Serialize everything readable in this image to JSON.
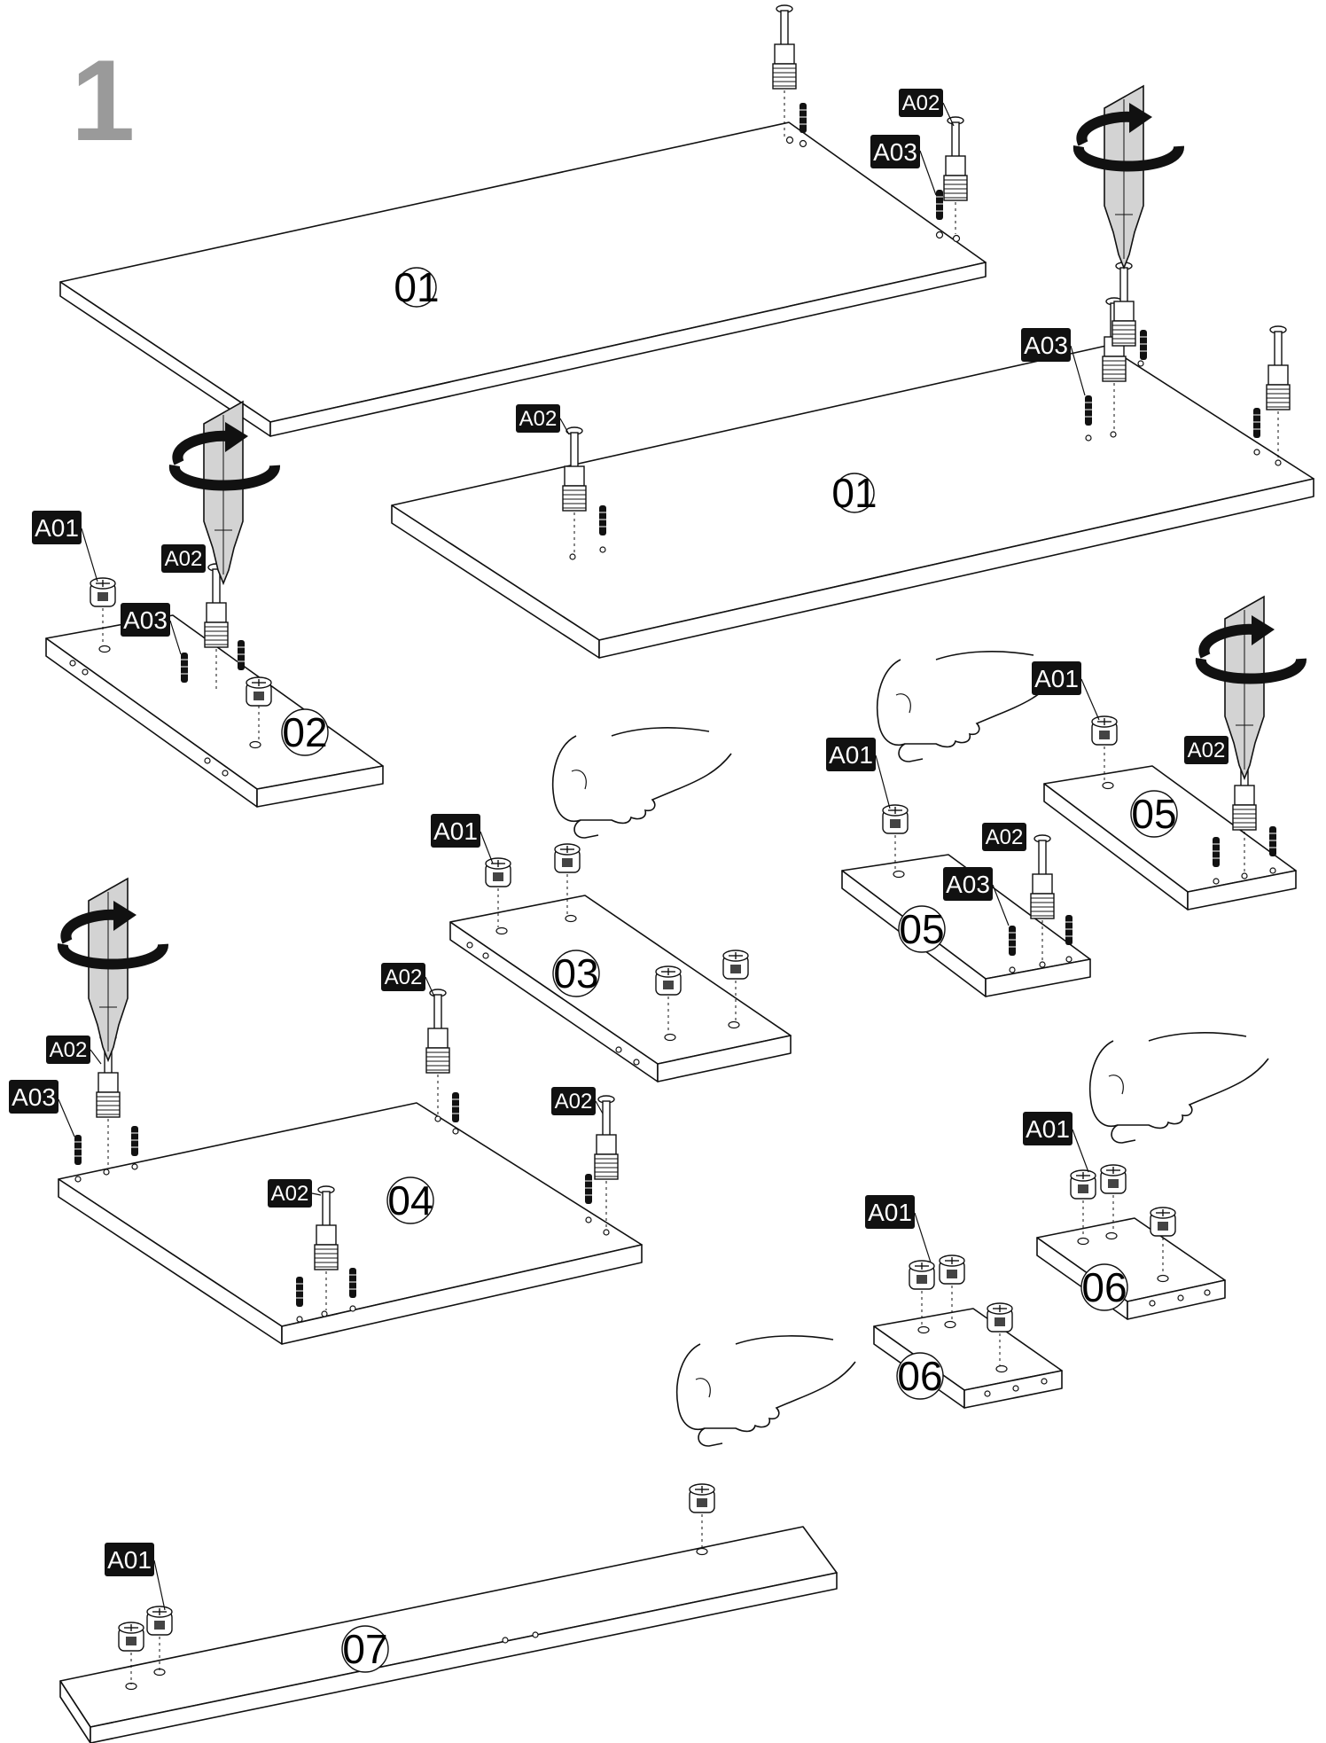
{
  "step": {
    "number": "1"
  },
  "labels": {
    "a01": "A01",
    "a02": "A02",
    "a03": "A03"
  },
  "parts": {
    "p01": "01",
    "p02": "02",
    "p03": "03",
    "p04": "04",
    "p05": "05",
    "p06": "06",
    "p07": "07"
  },
  "colors": {
    "step_number": "#9a9a9a",
    "tag_background": "#111111",
    "tool_blade": "#d0d0d0",
    "line": "#111111"
  },
  "icons": [
    "screwdriver-icon",
    "rotate-arrow-icon",
    "hand-icon",
    "cam-lock-icon",
    "cam-bolt-icon",
    "wood-dowel-icon"
  ]
}
